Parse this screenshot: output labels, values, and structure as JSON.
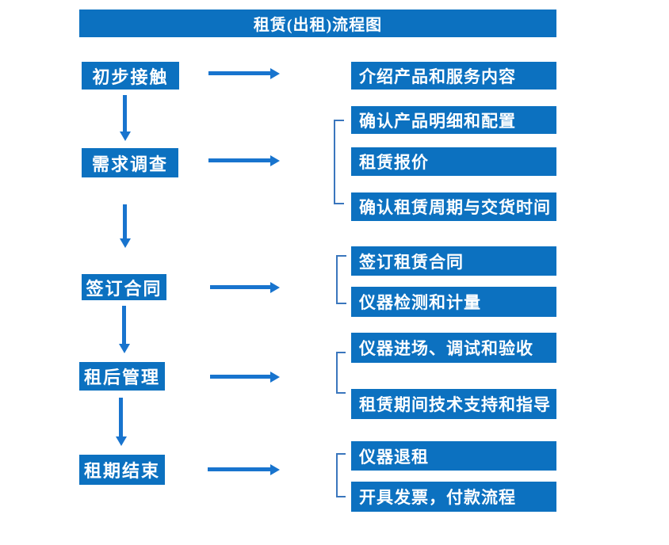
{
  "title": "租赁(出租)流程图",
  "colors": {
    "box_blue": "#0c71c0",
    "arrow_blue": "#1874ce",
    "bracket_blue": "#3a76bd",
    "text_white": "#ffffff"
  },
  "stages": [
    {
      "label": "初步接触",
      "details": [
        "介绍产品和服务内容"
      ]
    },
    {
      "label": "需求调查",
      "details": [
        "确认产品明细和配置",
        "租赁报价",
        "确认租赁周期与交货时间"
      ]
    },
    {
      "label": "签订合同",
      "details": [
        "签订租赁合同",
        "仪器检测和计量"
      ]
    },
    {
      "label": "租后管理",
      "details": [
        "仪器进场、调试和验收",
        "租赁期间技术支持和指导"
      ]
    },
    {
      "label": "租期结束",
      "details": [
        "仪器退租",
        "开具发票，付款流程"
      ]
    }
  ]
}
